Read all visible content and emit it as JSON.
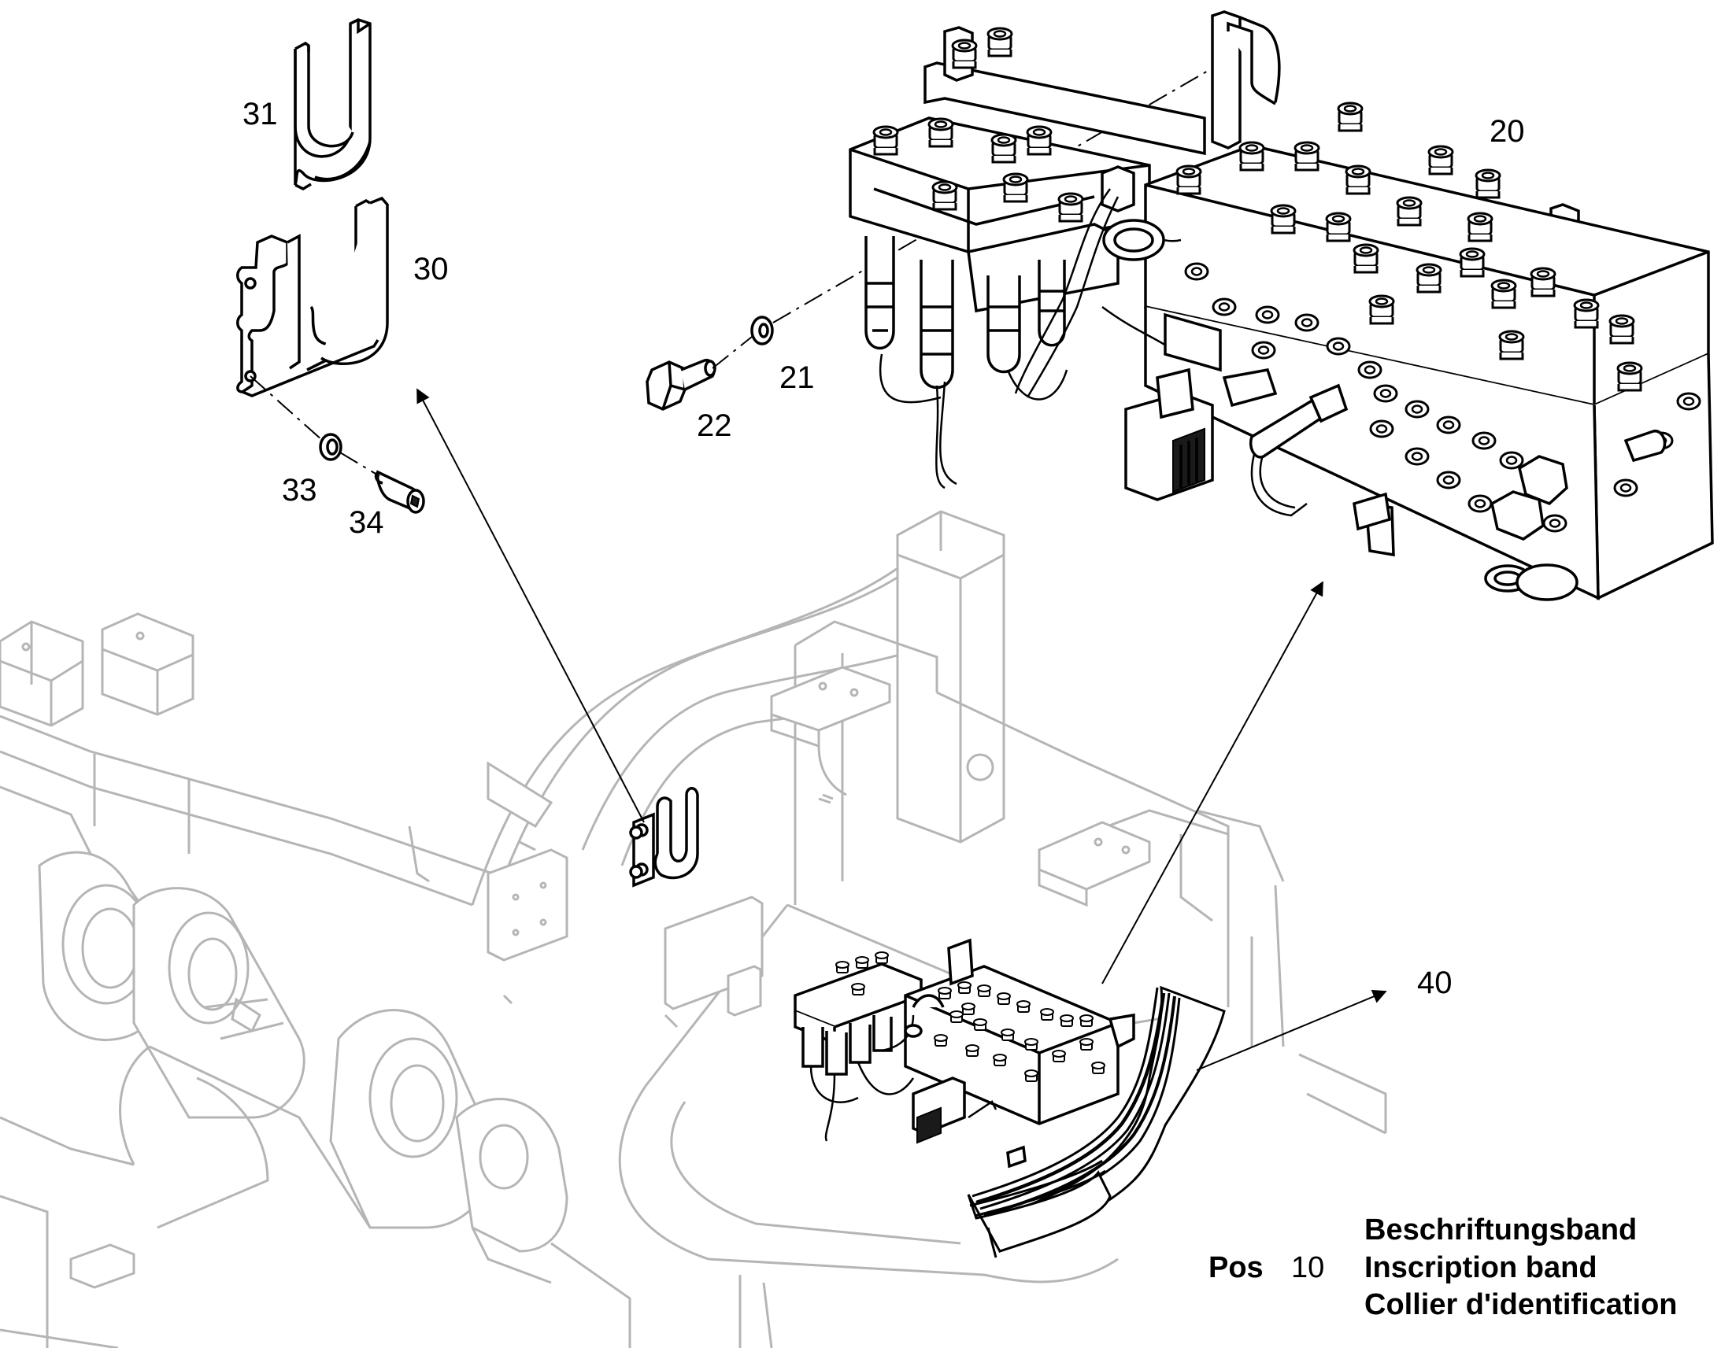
{
  "callouts": {
    "c20": "20",
    "c21": "21",
    "c22": "22",
    "c30": "30",
    "c31": "31",
    "c33": "33",
    "c34": "34",
    "c40": "40"
  },
  "legend": {
    "pos_label": "Pos",
    "pos_number": "10",
    "line_de": "Beschriftungsband",
    "line_en": "Inscription band",
    "line_fr": "Collier d'identification"
  }
}
